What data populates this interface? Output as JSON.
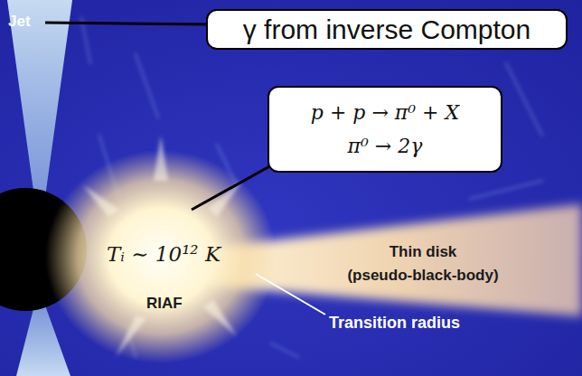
{
  "diagram": {
    "nodes": [
      {
        "text": [
          "γ from inverse Compton"
        ]
      },
      {
        "text": [
          "p + p → π⁰ + X",
          "π⁰ → 2γ"
        ]
      }
    ],
    "labels": [
      "Jet",
      "Tᵢ ∼ 10¹² K",
      "RIAF",
      "Thin disk (pseudo-black-body)",
      "Transition radius"
    ]
  }
}
